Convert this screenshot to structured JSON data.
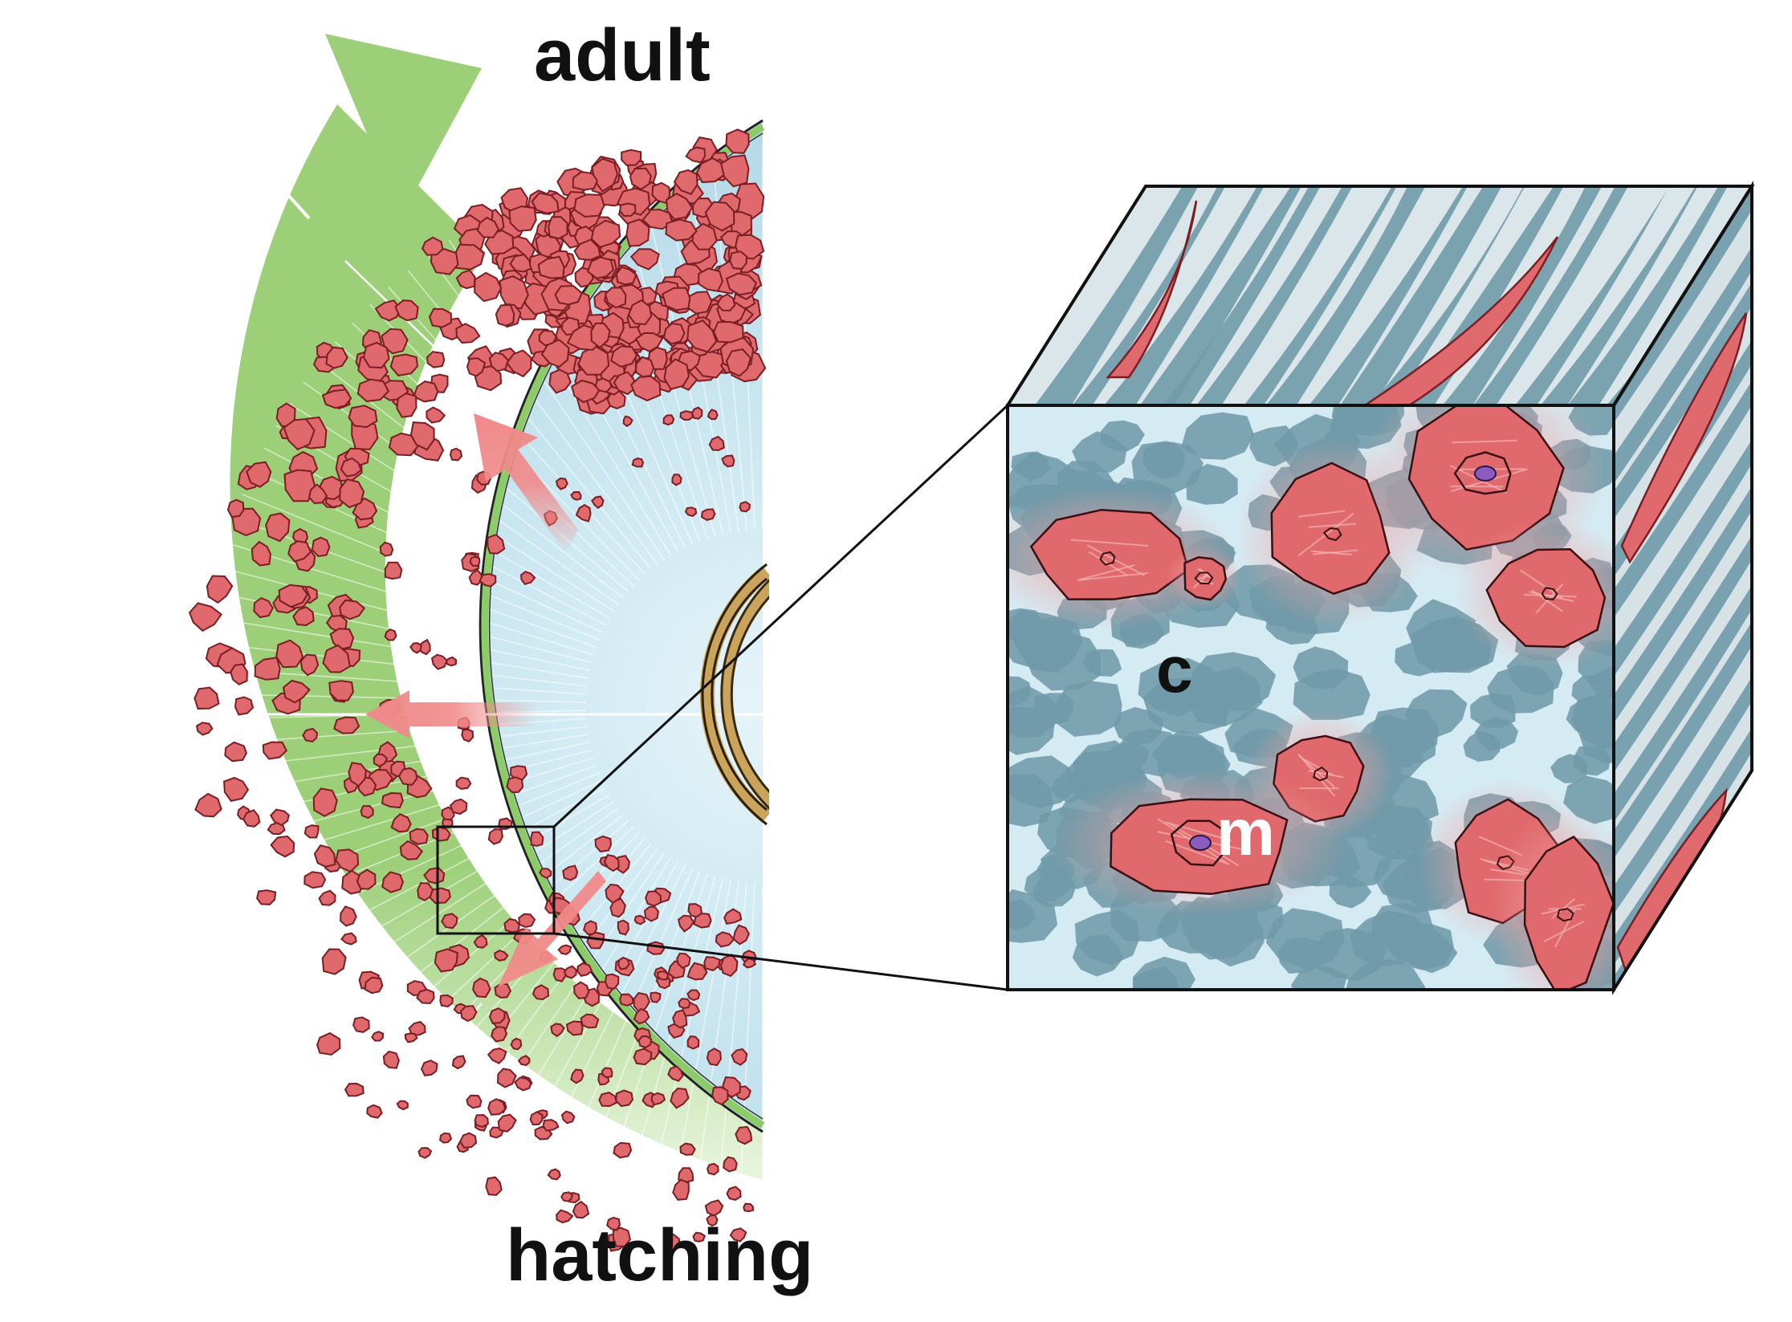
{
  "labels": {
    "top_stage": "adult",
    "bottom_stage": "hatching",
    "cube_label_c": "c",
    "cube_label_m": "m"
  },
  "colors": {
    "arrow_green": "#9ccf78",
    "cross_section_blue": "#bfe0ec",
    "outer_ring_green": "#8ccb68",
    "muscle_red": "#e0696d",
    "muscle_outline": "#7a1e24",
    "notochord_ring": "#c9a45a",
    "matrix_teal": "#6f9aa8",
    "migration_arrow_pink": "#f08a8a"
  }
}
